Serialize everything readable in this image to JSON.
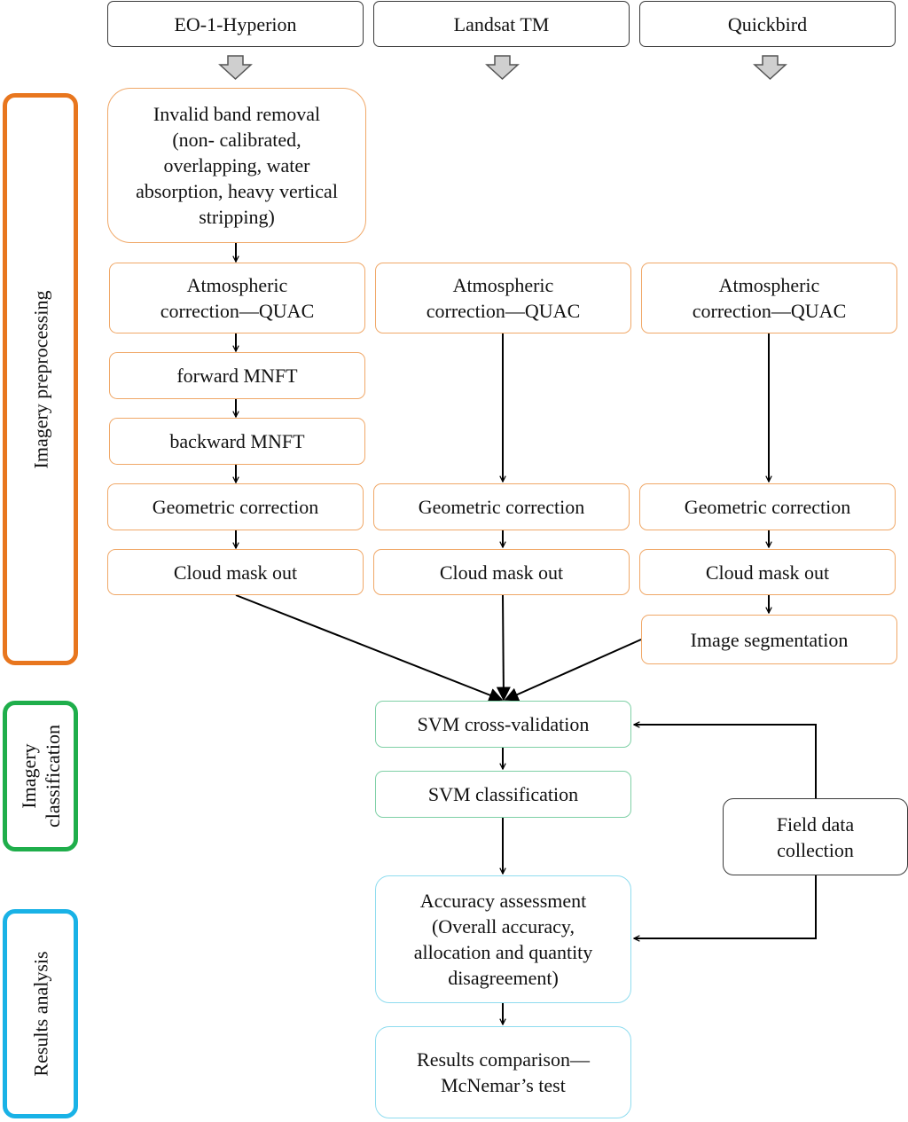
{
  "colors": {
    "preprocessing": "#e8761e",
    "classification": "#1fae4b",
    "results": "#19b2e6",
    "source_border": "#3a3a3a"
  },
  "sources": {
    "hyperion": "EO-1-Hyperion",
    "landsat": "Landsat TM",
    "quickbird": "Quickbird"
  },
  "phases": {
    "preprocessing": "Imagery preprocessing",
    "classification_line1": "Imagery",
    "classification_line2": "classification",
    "results": "Results analysis"
  },
  "hyperion_steps": {
    "band_removal_1": "Invalid band removal",
    "band_removal_2": "(non- calibrated,",
    "band_removal_3": "overlapping, water",
    "band_removal_4": "absorption, heavy vertical",
    "band_removal_5": "stripping)",
    "atmos_1": "Atmospheric",
    "atmos_2": "correction—QUAC",
    "forward_mnft": "forward MNFT",
    "backward_mnft": "backward MNFT",
    "geometric": "Geometric correction",
    "cloud": "Cloud mask out"
  },
  "landsat_steps": {
    "atmos_1": "Atmospheric",
    "atmos_2": "correction—QUAC",
    "geometric": "Geometric correction",
    "cloud": "Cloud mask out"
  },
  "quickbird_steps": {
    "atmos_1": "Atmospheric",
    "atmos_2": "correction—QUAC",
    "geometric": "Geometric correction",
    "cloud": "Cloud mask out",
    "segmentation": "Image segmentation"
  },
  "classification": {
    "cross_validation": "SVM cross-validation",
    "svm": "SVM classification"
  },
  "field": {
    "line1": "Field data",
    "line2": "collection"
  },
  "results": {
    "accuracy_1": "Accuracy assessment",
    "accuracy_2": "(Overall accuracy,",
    "accuracy_3": "allocation and quantity",
    "accuracy_4": "disagreement)",
    "comparison_1": "Results comparison—",
    "comparison_2": "McNemar’s test"
  }
}
